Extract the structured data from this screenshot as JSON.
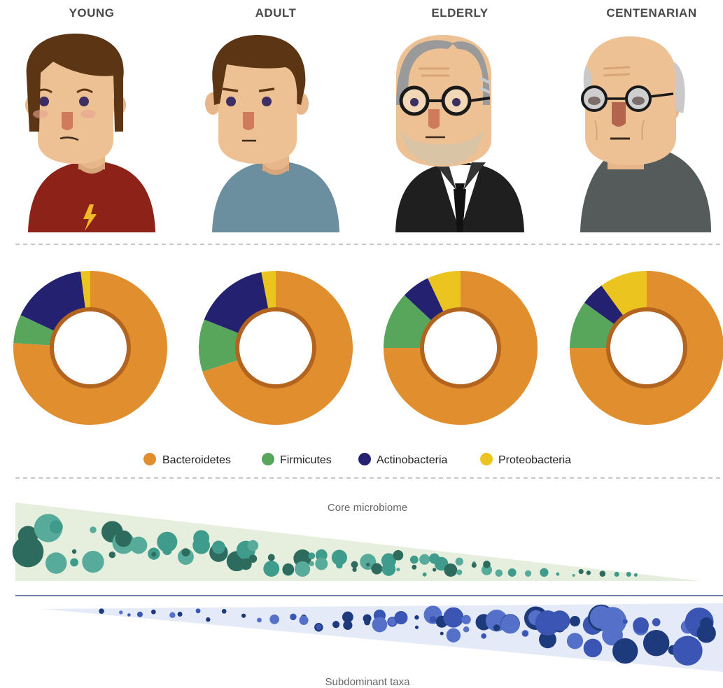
{
  "age_groups": {
    "young": "YOUNG",
    "adult": "ADULT",
    "elderly": "ELDERLY",
    "centenarian": "CENTENARIAN"
  },
  "legend": {
    "bacteroidetes": "Bacteroidetes",
    "firmicutes": "Firmicutes",
    "actinobacteria": "Actinobacteria",
    "proteobacteria": "Proteobacteria"
  },
  "colors": {
    "bacteroidetes": "#e08e2e",
    "firmicutes": "#58a55c",
    "actinobacteria": "#232170",
    "proteobacteria": "#ecc41f",
    "core_band": "#e6eedd",
    "core_bubbles": [
      "#3f9b8c",
      "#2d6b5e",
      "#57ab9a"
    ],
    "sub_band": "#e4eaf8",
    "sub_bubbles": [
      "#3a55b3",
      "#1d3a7c",
      "#5570c8"
    ]
  },
  "bands": {
    "core": "Core microbiome",
    "subdominant": "Subdominant taxa"
  },
  "chart_data": [
    {
      "type": "pie",
      "title": "",
      "categories": [
        "Bacteroidetes",
        "Firmicutes",
        "Actinobacteria",
        "Proteobacteria"
      ],
      "values": [
        76,
        6,
        16,
        2
      ]
    },
    {
      "type": "pie",
      "title": "",
      "categories": [
        "Bacteroidetes",
        "Firmicutes",
        "Actinobacteria",
        "Proteobacteria"
      ],
      "values": [
        70,
        11,
        16,
        3
      ]
    },
    {
      "type": "pie",
      "title": "",
      "categories": [
        "Bacteroidetes",
        "Firmicutes",
        "Actinobacteria",
        "Proteobacteria"
      ],
      "values": [
        75,
        12,
        6,
        7
      ]
    },
    {
      "type": "pie",
      "title": "",
      "categories": [
        "Bacteroidetes",
        "Firmicutes",
        "Actinobacteria",
        "Proteobacteria"
      ],
      "values": [
        75,
        10,
        5,
        10
      ]
    }
  ]
}
